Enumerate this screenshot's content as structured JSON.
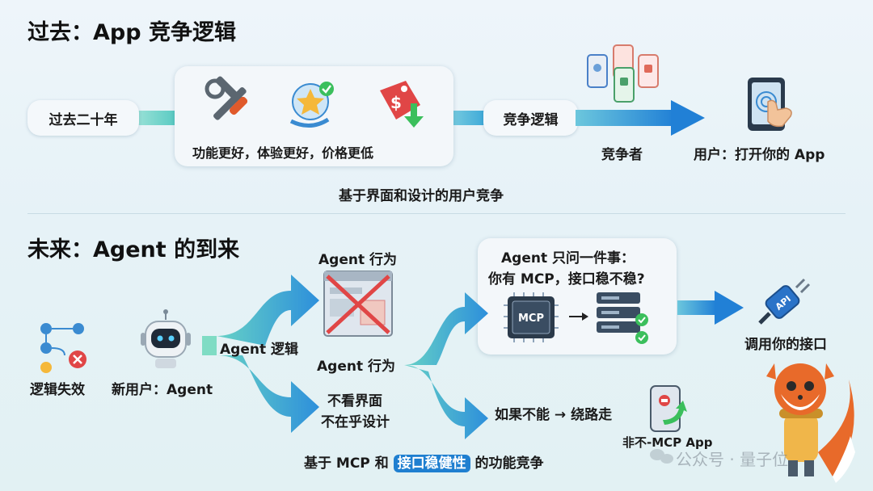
{
  "past": {
    "title": "过去：App 竞争逻辑",
    "twenty_years": "过去二十年",
    "features_caption": "功能更好，体验更好，价格更低",
    "logic_box": "竞争逻辑",
    "competitors": "竞争者",
    "user_open": "用户：打开你的 App",
    "summary": "基于界面和设计的用户竞争"
  },
  "future": {
    "title": "未来：Agent 的到来",
    "logic_invalid": "逻辑失效",
    "new_user": "新用户：Agent",
    "agent_logic": "Agent 逻辑",
    "agent_behavior_top": "Agent 行为",
    "agent_behavior_mid": "Agent 行为",
    "no_ui_1": "不看界面",
    "no_ui_2": "不在乎设计",
    "card_line1": "Agent 只问一件事：",
    "card_line2": "你有 MCP，接口稳不稳?",
    "mcp_chip": "MCP",
    "call_api": "调用你的接口",
    "api_plug": "API",
    "fallback": "如果不能 → 绕路走",
    "non_mcp": "非不-MCP App",
    "summary_prefix": "基于 MCP 和 ",
    "summary_highlight": "接口稳健性",
    "summary_suffix": " 的功能竞争"
  },
  "watermark": "公众号 · 量子位",
  "colors": {
    "arrow": "#2a8fd8",
    "teal": "#4fc7c0",
    "red": "#e04646",
    "green": "#3bbf5c"
  }
}
